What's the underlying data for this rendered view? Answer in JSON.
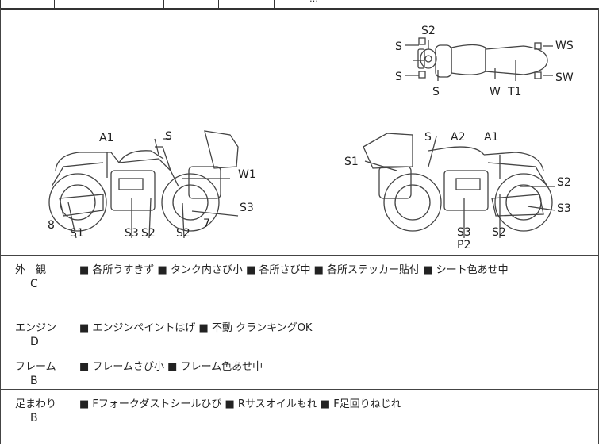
{
  "header": {
    "partial_text": "…"
  },
  "diagram": {
    "top_labels": [
      "S2",
      "S",
      "S",
      "S",
      "W",
      "T1",
      "WS",
      "SW"
    ],
    "left_labels": [
      "A1",
      "S",
      "W1",
      "S3",
      "8",
      "S1",
      "S3",
      "S2",
      "S2",
      "7"
    ],
    "right_labels": [
      "S",
      "A2",
      "A1",
      "S1",
      "S2",
      "S3",
      "S3",
      "P2",
      "S2"
    ]
  },
  "conditions": [
    {
      "category": "外　観",
      "grade": "C",
      "text": "■ 各所うすきず ■ タンク内さび小 ■ 各所さび中 ■ 各所ステッカー貼付 ■ シート色あせ中"
    },
    {
      "category": "エンジン",
      "grade": "D",
      "text": "■ エンジンペイントはげ ■ 不動 クランキングOK"
    },
    {
      "category": "フレーム",
      "grade": "B",
      "text": "■ フレームさび小 ■ フレーム色あせ中"
    },
    {
      "category": "足まわり",
      "grade": "B",
      "text": "■ Fフォークダストシールひび ■ Rサスオイルもれ ■ F足回りねじれ"
    }
  ]
}
